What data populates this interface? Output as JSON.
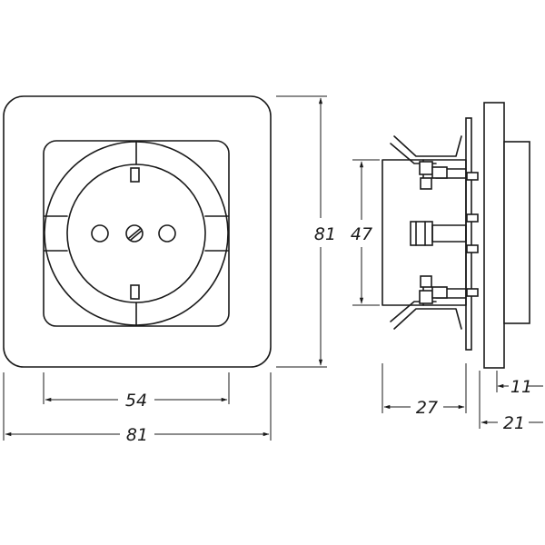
{
  "dimensions": {
    "frame_width": "81",
    "inner_width": "54",
    "frame_height": "81",
    "insert_height": "47",
    "depth_total": "27",
    "depth_frame": "11",
    "depth_side": "21"
  },
  "colors": {
    "line": "#1a1a1a",
    "background": "#ffffff"
  }
}
